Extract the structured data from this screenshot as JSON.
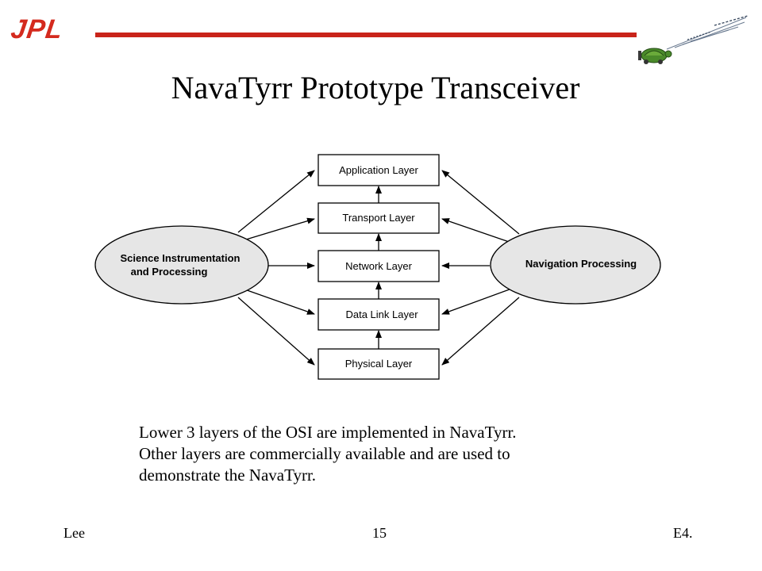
{
  "header": {
    "logo_text": "JPL",
    "title": "NavaTyrr Prototype Transceiver"
  },
  "diagram": {
    "layers": [
      "Application Layer",
      "Transport Layer",
      "Network Layer",
      "Data Link Layer",
      "Physical Layer"
    ],
    "left_node": [
      "Science Instrumentation",
      "and Processing"
    ],
    "right_node": "Navigation Processing"
  },
  "body": {
    "lines": [
      "Lower 3 layers of the OSI are implemented in NavaTyrr.",
      "Other layers are commercially available and are used to",
      "demonstrate the NavaTyrr."
    ]
  },
  "footer": {
    "left": "Lee",
    "center": "15",
    "right": "E4."
  },
  "colors": {
    "brand_red": "#c9241a",
    "ellipse_fill": "#e6e6e6",
    "turtle_green": "#4a8a2a"
  },
  "icons": {
    "logo_graphic": "turtle-icon"
  }
}
